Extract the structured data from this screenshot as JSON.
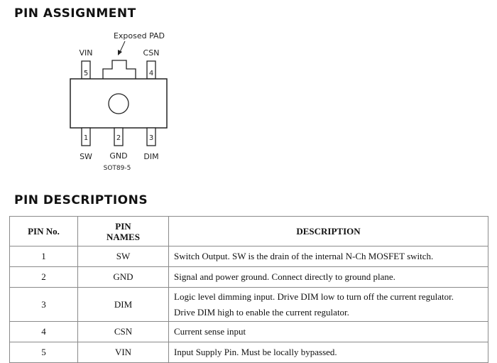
{
  "assignment": {
    "heading": "PIN ASSIGNMENT",
    "exposed_pad_label": "Exposed PAD",
    "package_label": "SOT89-5",
    "pins": [
      {
        "number": "1",
        "name": "SW"
      },
      {
        "number": "2",
        "name": "GND"
      },
      {
        "number": "3",
        "name": "DIM"
      },
      {
        "number": "4",
        "name": "CSN"
      },
      {
        "number": "5",
        "name": "VIN"
      }
    ]
  },
  "descriptions": {
    "heading": "PIN DESCRIPTIONS",
    "columns": {
      "pin_no": "PIN No.",
      "pin_names_line1": "PIN",
      "pin_names_line2": "NAMES",
      "description": "DESCRIPTION"
    },
    "rows": [
      {
        "no": "1",
        "name": "SW",
        "description": "Switch Output. SW is the drain of the internal N-Ch MOSFET switch."
      },
      {
        "no": "2",
        "name": "GND",
        "description": "Signal and power ground. Connect directly to ground plane."
      },
      {
        "no": "3",
        "name": "DIM",
        "description_line1": "Logic level dimming input. Drive DIM low to turn off the current regulator.",
        "description_line2": "Drive DIM high to enable the current regulator."
      },
      {
        "no": "4",
        "name": "CSN",
        "description": "Current sense input"
      },
      {
        "no": "5",
        "name": "VIN",
        "description": "Input Supply Pin. Must be locally bypassed."
      }
    ]
  }
}
